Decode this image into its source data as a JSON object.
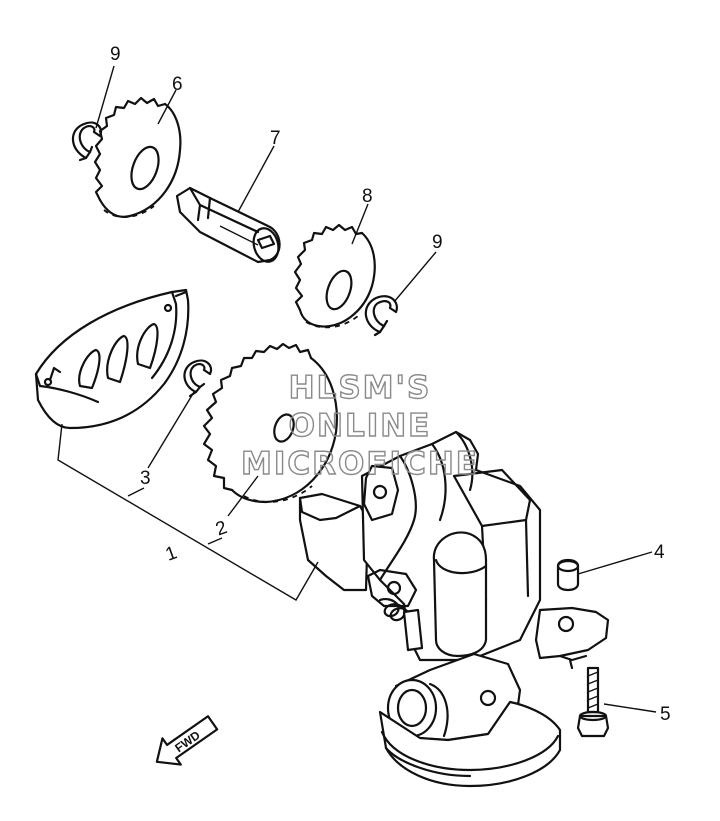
{
  "callouts": [
    {
      "id": "c9a",
      "label": "9"
    },
    {
      "id": "c6",
      "label": "6"
    },
    {
      "id": "c7",
      "label": "7"
    },
    {
      "id": "c8",
      "label": "8"
    },
    {
      "id": "c9b",
      "label": "9"
    },
    {
      "id": "c3",
      "label": "3"
    },
    {
      "id": "c2",
      "label": "2"
    },
    {
      "id": "c1",
      "label": "1"
    },
    {
      "id": "c4",
      "label": "4"
    },
    {
      "id": "c5",
      "label": "5"
    }
  ],
  "watermark": {
    "line1": "HLSM'S",
    "line2": "ONLINE",
    "line3": "MICROFICHE"
  },
  "direction_arrow": {
    "label": "FWD"
  },
  "colors": {
    "ink": "#111111",
    "background": "#ffffff",
    "watermark": "#8a8a8a"
  }
}
